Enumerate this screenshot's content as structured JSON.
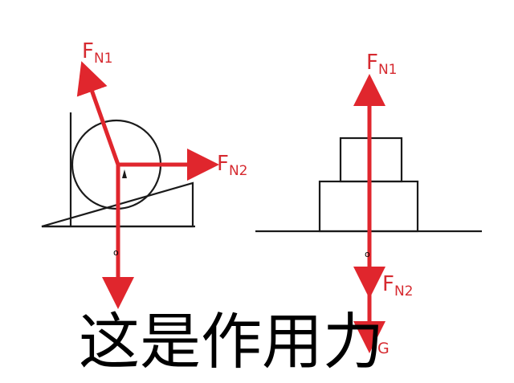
{
  "colors": {
    "force": "#e0262d",
    "outline": "#1a1a1a",
    "caption": "#000000"
  },
  "left_diagram": {
    "fn1": {
      "base": "F",
      "sub": "N1"
    },
    "fn2": {
      "base": "F",
      "sub": "N2"
    }
  },
  "right_diagram": {
    "fn1": {
      "base": "F",
      "sub": "N1"
    },
    "fn2": {
      "base": "F",
      "sub": "N2"
    },
    "g": "G"
  },
  "caption": "这是作用力"
}
